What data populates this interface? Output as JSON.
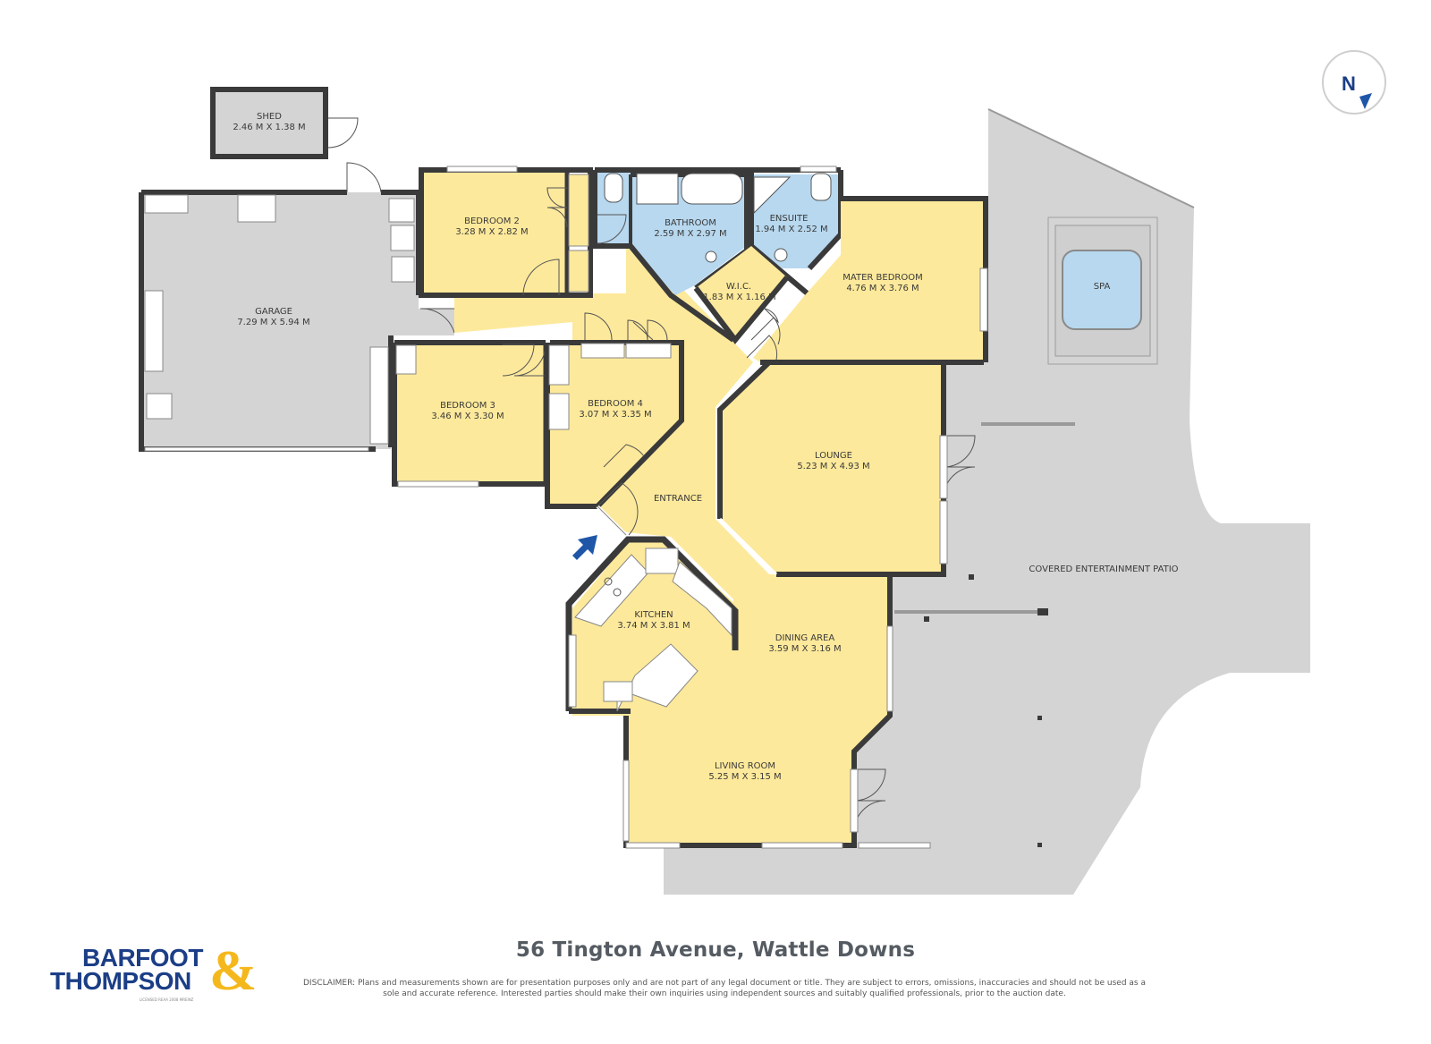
{
  "address": "56 Tington Avenue, Wattle Downs",
  "disclaimer_prefix": "DISCLAIMER:",
  "disclaimer_text": "Plans and measurements shown are for presentation purposes only and are not part of any legal document or title. They are subject to errors, omissions, inaccuracies and should not be used as a sole and accurate reference. Interested parties should make their own inquiries using independent sources and suitably qualified professionals, prior to the auction date.",
  "logo": {
    "line1": "BARFOOT",
    "line2": "THOMPSON",
    "amp": "&",
    "licence": "LICENSED REAA 2008 MREINZ"
  },
  "compass": {
    "label": "N"
  },
  "colors": {
    "room": "#fde99b",
    "wet": "#b7d8ef",
    "outdoor": "#d4d4d4",
    "wall": "#3a3a3a",
    "brand": "#1b3e86",
    "accent": "#f5b81c",
    "entry_arrow": "#1f56a8"
  },
  "rooms": {
    "shed": {
      "label": "SHED",
      "dims": "2.46 M X 1.38 M"
    },
    "garage": {
      "label": "GARAGE",
      "dims": "7.29 M X 5.94 M"
    },
    "bedroom2": {
      "label": "BEDROOM 2",
      "dims": "3.28 M X 2.82 M"
    },
    "bathroom": {
      "label": "BATHROOM",
      "dims": "2.59 M X 2.97 M"
    },
    "ensuite": {
      "label": "ENSUITE",
      "dims": "1.94 M X 2.52 M"
    },
    "wic": {
      "label": "W.I.C.",
      "dims": "1.83 M X 1.16 M"
    },
    "master": {
      "label": "MATER BEDROOM",
      "dims": "4.76 M X 3.76 M"
    },
    "bedroom3": {
      "label": "BEDROOM 3",
      "dims": "3.46 M X 3.30 M"
    },
    "bedroom4": {
      "label": "BEDROOM 4",
      "dims": "3.07 M X 3.35 M"
    },
    "lounge": {
      "label": "LOUNGE",
      "dims": "5.23 M X 4.93 M"
    },
    "entrance": {
      "label": "ENTRANCE"
    },
    "kitchen": {
      "label": "KITCHEN",
      "dims": "3.74 M X 3.81 M"
    },
    "dining": {
      "label": "DINING AREA",
      "dims": "3.59 M X 3.16 M"
    },
    "living": {
      "label": "LIVING ROOM",
      "dims": "5.25 M X 3.15 M"
    },
    "patio": {
      "label": "COVERED ENTERTAINMENT PATIO"
    },
    "spa": {
      "label": "SPA"
    }
  }
}
